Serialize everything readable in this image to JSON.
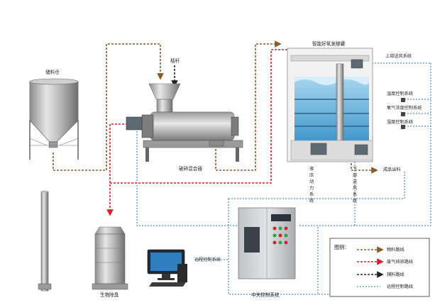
{
  "labels": {
    "storage_bin": "储料仓",
    "straw": "秸秆",
    "crusher_mixer": "破碎混合器",
    "smart_fermenter": "智能好氧发酵罐",
    "upper_feed_system": "上部送风系统",
    "temp_control_system": "温度控制系统",
    "oxygen_control_system": "氧气浓度控制系统",
    "humidity_control_system": "湿度控制系统",
    "hydraulic_system": "液压动力系统",
    "lower_feed_system": "下部送风系统",
    "product_out": "成品出料",
    "bio_deodor": "生物除臭",
    "remote_control": "远程控制系统",
    "central_control": "中央控制系统"
  },
  "legend": {
    "title": "图例：",
    "items": [
      {
        "label": "物料路线",
        "color": "#8b5a2b"
      },
      {
        "label": "废气排放路线",
        "color": "#d6202a"
      },
      {
        "label": "辅料路线",
        "color": "#222222"
      },
      {
        "label": "远程控制路线",
        "color": "#2f6fb5"
      }
    ]
  },
  "colors": {
    "material": "#8b5a2b",
    "exhaust": "#d6202a",
    "auxiliary": "#222222",
    "remote": "#2f6fb5"
  }
}
